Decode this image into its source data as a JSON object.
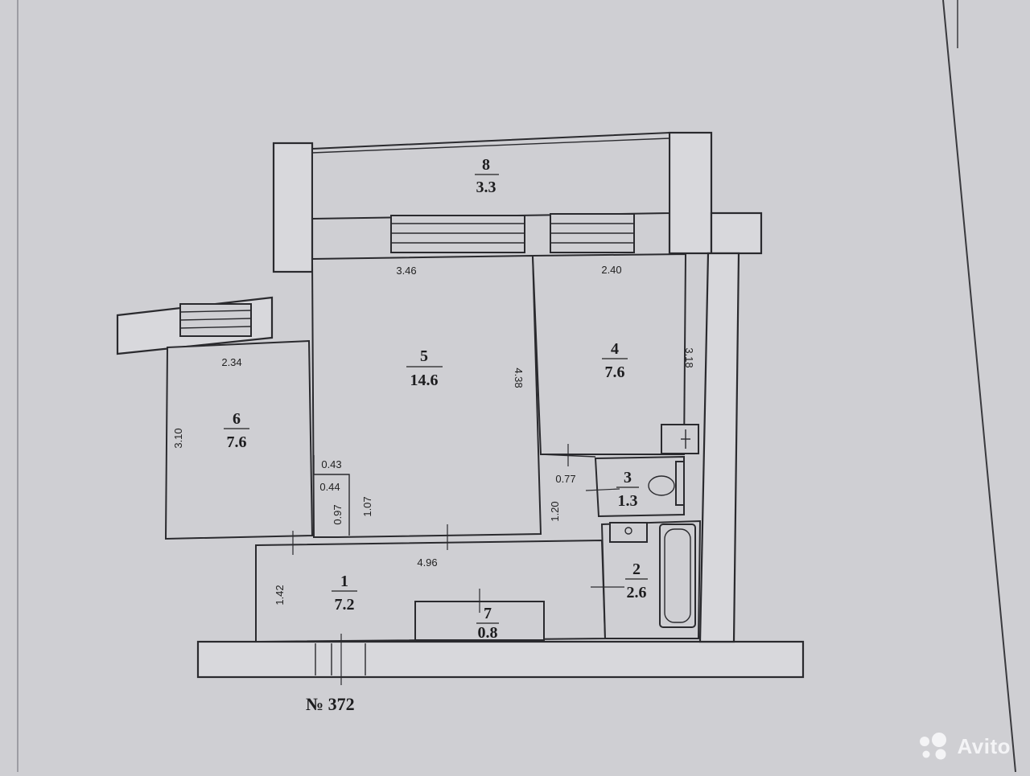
{
  "plan": {
    "number": "№ 372",
    "rooms": [
      {
        "id": "1",
        "area": "7.2"
      },
      {
        "id": "2",
        "area": "2.6"
      },
      {
        "id": "3",
        "area": "1.3"
      },
      {
        "id": "4",
        "area": "7.6"
      },
      {
        "id": "5",
        "area": "14.6"
      },
      {
        "id": "6",
        "area": "7.6"
      },
      {
        "id": "7",
        "area": "0.8"
      },
      {
        "id": "8",
        "area": "3.3"
      }
    ],
    "dimensions": [
      "3.46",
      "2.40",
      "3.18",
      "4.38",
      "2.34",
      "3.10",
      "0.43",
      "0.44",
      "0.97",
      "1.07",
      "0.77",
      "1.20",
      "4.96",
      "1.42"
    ]
  },
  "watermark": {
    "brand": "Avito",
    "icon": "avito-dots-icon",
    "color": "#f4f4f6"
  },
  "colors": {
    "paper": "#cfcfd3",
    "line": "#2a2a2e"
  }
}
